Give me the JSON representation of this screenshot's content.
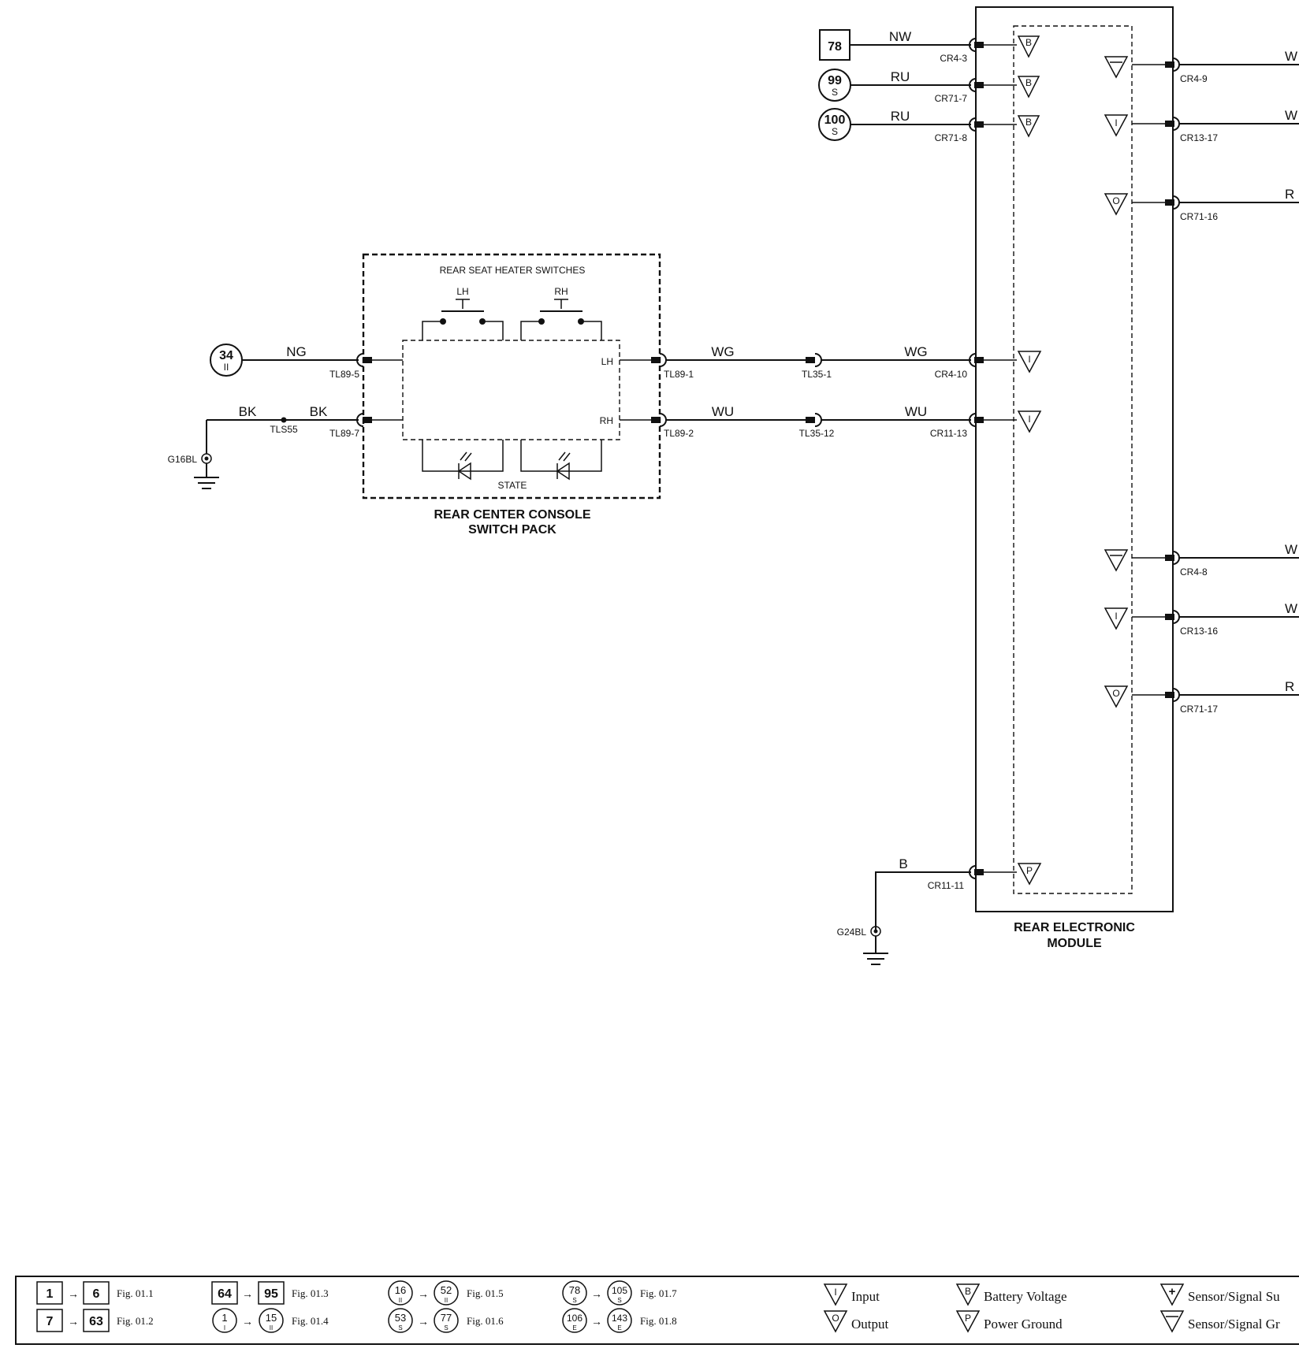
{
  "switch_pack": {
    "title_line1": "REAR CENTER CONSOLE",
    "title_line2": "SWITCH PACK",
    "header": "REAR SEAT HEATER SWITCHES",
    "switch_lh": "LH",
    "switch_rh": "RH",
    "pin_lh": "LH",
    "pin_rh": "RH",
    "state": "STATE"
  },
  "module": {
    "title_line1": "REAR ELECTRONIC",
    "title_line2": "MODULE"
  },
  "refs": {
    "r78": "78",
    "r99": "99",
    "r99_sub": "S",
    "r100": "100",
    "r100_sub": "S",
    "r34": "34",
    "r34_sub": "II"
  },
  "wires": {
    "nw": "NW",
    "ru1": "RU",
    "ru2": "RU",
    "ng": "NG",
    "bk1": "BK",
    "bk2": "BK",
    "wg1": "WG",
    "wg2": "WG",
    "wu1": "WU",
    "wu2": "WU",
    "b": "B",
    "r1": "W",
    "r2": "W",
    "r3": "R",
    "r4": "W",
    "r5": "W",
    "r6": "R"
  },
  "connectors": {
    "cr4_3": "CR4-3",
    "cr71_7": "CR71-7",
    "cr71_8": "CR71-8",
    "tl89_5": "TL89-5",
    "tl89_7": "TL89-7",
    "tl89_1": "TL89-1",
    "tl89_2": "TL89-2",
    "tl35_1": "TL35-1",
    "tl35_12": "TL35-12",
    "tls55": "TLS55",
    "cr4_10": "CR4-10",
    "cr11_13": "CR11-13",
    "cr11_11": "CR11-11",
    "cr4_9": "CR4-9",
    "cr13_17": "CR13-17",
    "cr71_16": "CR71-16",
    "cr4_8": "CR4-8",
    "cr13_16": "CR13-16",
    "cr71_17": "CR71-17",
    "g16bl": "G16BL",
    "g24bl": "G24BL"
  },
  "symbols": {
    "battery": "B",
    "input": "I",
    "output": "O",
    "ground": "P"
  },
  "legend": {
    "f1_a": "1",
    "f1_b": "6",
    "f1": "Fig. 01.1",
    "f2_a": "7",
    "f2_b": "63",
    "f2": "Fig. 01.2",
    "f3_a": "64",
    "f3_b": "95",
    "f3": "Fig. 01.3",
    "f4_a": "1",
    "f4_as": "I",
    "f4_b": "15",
    "f4_bs": "II",
    "f4": "Fig. 01.4",
    "f5_a": "16",
    "f5_as": "II",
    "f5_b": "52",
    "f5_bs": "II",
    "f5": "Fig. 01.5",
    "f6_a": "53",
    "f6_as": "S",
    "f6_b": "77",
    "f6_bs": "S",
    "f6": "Fig. 01.6",
    "f7_a": "78",
    "f7_as": "S",
    "f7_b": "105",
    "f7_bs": "S",
    "f7": "Fig. 01.7",
    "f8_a": "106",
    "f8_as": "E",
    "f8_b": "143",
    "f8_bs": "E",
    "f8": "Fig. 01.8",
    "input": "Input",
    "output": "Output",
    "battery_voltage": "Battery Voltage",
    "power_ground": "Power Ground",
    "sensor_supply": "Sensor/Signal Su",
    "sensor_ground": "Sensor/Signal Gr"
  }
}
